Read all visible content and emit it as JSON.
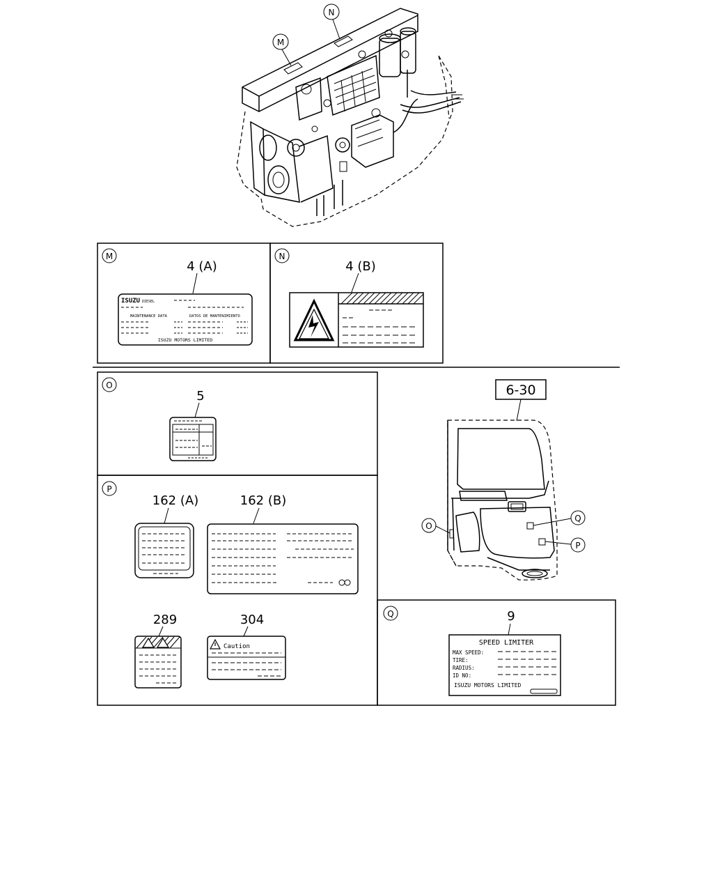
{
  "callouts": {
    "M": "M",
    "N": "N",
    "O": "O",
    "P": "P",
    "Q": "Q"
  },
  "parts": {
    "p4a": "4 (A)",
    "p4b": "4 (B)",
    "p5": "5",
    "p630": "6-30",
    "p162a": "162 (A)",
    "p162b": "162 (B)",
    "p289": "289",
    "p304": "304",
    "p9": "9"
  },
  "label_4a": {
    "brand": "ISUZU",
    "brand_sub": "DIESEL",
    "col1": "MAINTENANCE DATA",
    "col2": "DATOS DE MANTENIMIENTO",
    "footer": "ISUZU MOTORS LIMITED"
  },
  "label_304": {
    "caution": "Caution"
  },
  "label_9": {
    "title": "SPEED LIMITER",
    "row1": "MAX SPEED:",
    "row2": "TIRE:",
    "row3": "RADIUS:",
    "row4": "ID NO:",
    "footer": "ISUZU MOTORS LIMITED"
  }
}
